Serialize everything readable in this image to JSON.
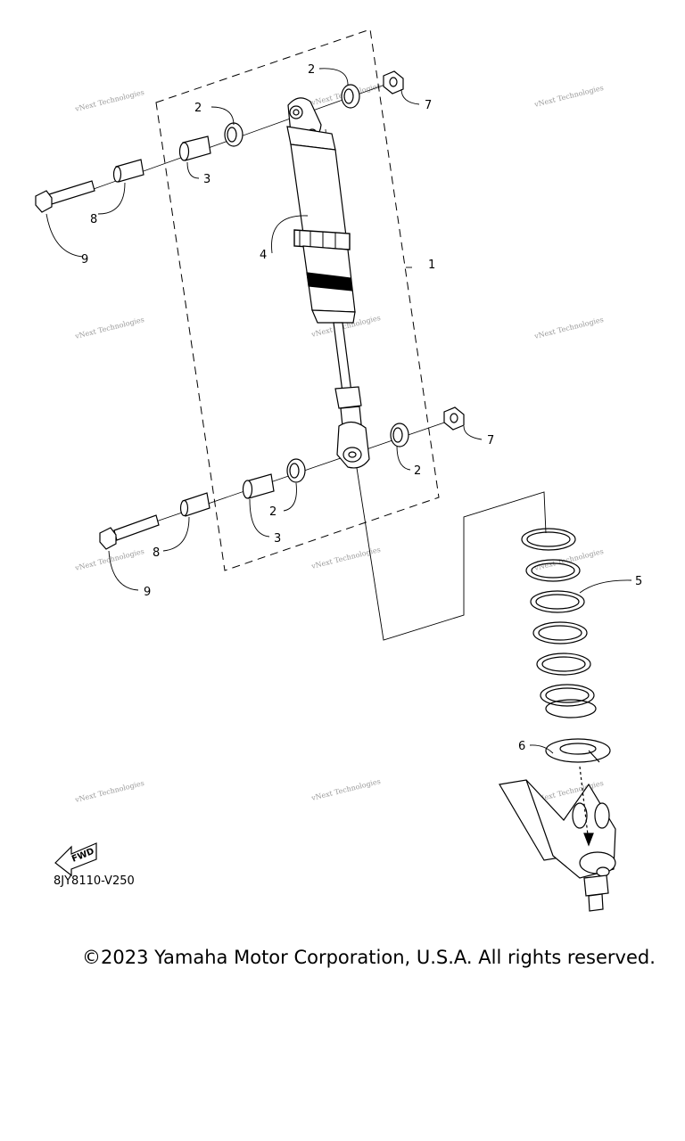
{
  "diagram": {
    "callouts": [
      "1",
      "2",
      "2",
      "2",
      "2",
      "3",
      "3",
      "4",
      "5",
      "6",
      "7",
      "7",
      "8",
      "8",
      "9",
      "9"
    ],
    "fwd_label": "FWD",
    "part_code": "8JY8110-V250",
    "watermark_line1": "vNext Technologies",
    "watermark_line2": "Technologies"
  },
  "footer": {
    "copyright": "©2023 Yamaha Motor Corporation, U.S.A. All rights reserved."
  }
}
